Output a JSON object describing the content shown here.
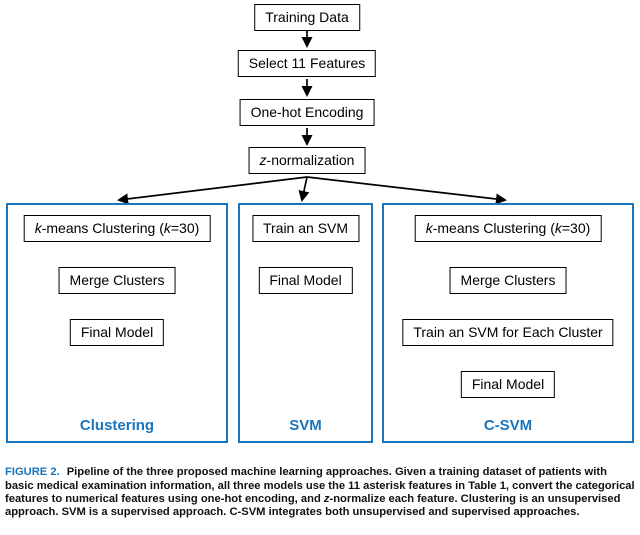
{
  "colors": {
    "accent_blue": "#1b75bc",
    "box_border": "#000000",
    "background": "#ffffff"
  },
  "flow": {
    "top_nodes": [
      {
        "label": "Training Data"
      },
      {
        "label": "Select 11 Features"
      },
      {
        "label": "One-hot Encoding"
      },
      {
        "label": "$z$-normalization"
      }
    ],
    "panels": [
      {
        "name": "Clustering",
        "nodes": [
          "$k$-means Clustering ($k$=30)",
          "Merge Clusters",
          "Final Model"
        ]
      },
      {
        "name": "SVM",
        "nodes": [
          "Train an SVM",
          "Final Model"
        ]
      },
      {
        "name": "C-SVM",
        "nodes": [
          "$k$-means Clustering ($k$=30)",
          "Merge Clusters",
          "Train an SVM for Each Cluster",
          "Final Model"
        ]
      }
    ]
  },
  "caption": {
    "label": "FIGURE 2.",
    "text": "Pipeline of the three proposed machine learning approaches. Given a training dataset of patients with basic medical examination information, all three models use the 11 asterisk features in Table 1, convert the categorical features to numerical features using one-hot encoding, and $z$-normalize each feature. Clustering is an unsupervised approach. SVM is a supervised approach. C-SVM integrates both unsupervised and supervised approaches."
  }
}
